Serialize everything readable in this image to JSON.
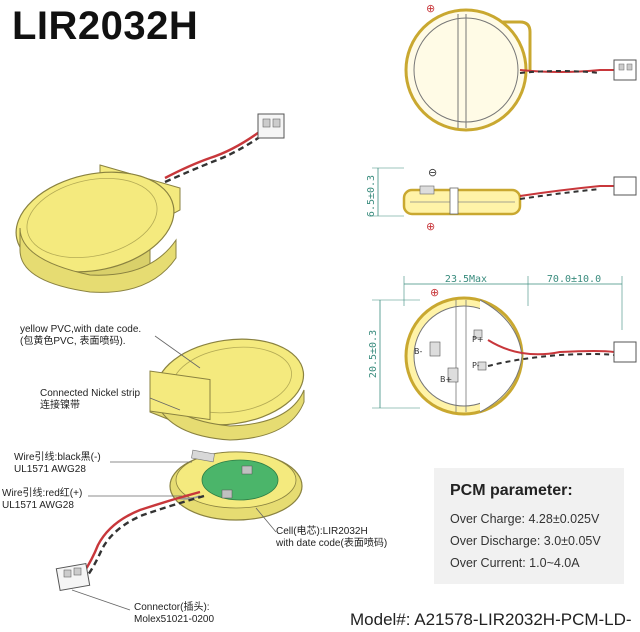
{
  "title": "LIR2032H",
  "callouts": {
    "pvc_line1": "yellow PVC,with date code.",
    "pvc_line2": "(包黄色PVC, 表面喷码).",
    "nickel_line1": "Connected Nickel strip",
    "nickel_line2": "连接镍带",
    "wire_black_line1": "Wire引线:black黑(-)",
    "wire_black_line2": "UL1571 AWG28",
    "wire_red_line1": "Wire引线:red红(+)",
    "wire_red_line2": "UL1571 AWG28",
    "cell_line1": "Cell(电芯):LIR2032H",
    "cell_line2": "with date code(表面喷码)",
    "connector_line1": "Connector(插头):",
    "connector_line2": "Molex51021-0200"
  },
  "drawing": {
    "plus_top": "⊕",
    "minus_side": "⊖",
    "plus_side": "⊕",
    "height_dim": "6.5±0.3",
    "diameter_dim": "23.5Max",
    "lead_dim": "70.0±10.0",
    "width_dim": "20.5±0.3",
    "p_plus": "P+",
    "p_minus": "P-",
    "b_minus": "B-",
    "b_plus": "B+"
  },
  "pcm": {
    "title": "PCM parameter:",
    "over_charge": "Over Charge: 4.28±0.025V",
    "over_discharge": "Over Discharge: 3.0±0.05V",
    "over_current": "Over Current: 1.0~4.0A"
  },
  "model": "Model#:  A21578-LIR2032H-PCM-LD-",
  "colors": {
    "yellow_fill": "#f4ea7e",
    "yellow_stroke": "#8a8240",
    "pcb_green": "#4bb56a",
    "wire_red": "#c8373b",
    "wire_black": "#333333",
    "dim_teal": "#3a8c7e",
    "pcm_bg": "#f1f1f1"
  }
}
